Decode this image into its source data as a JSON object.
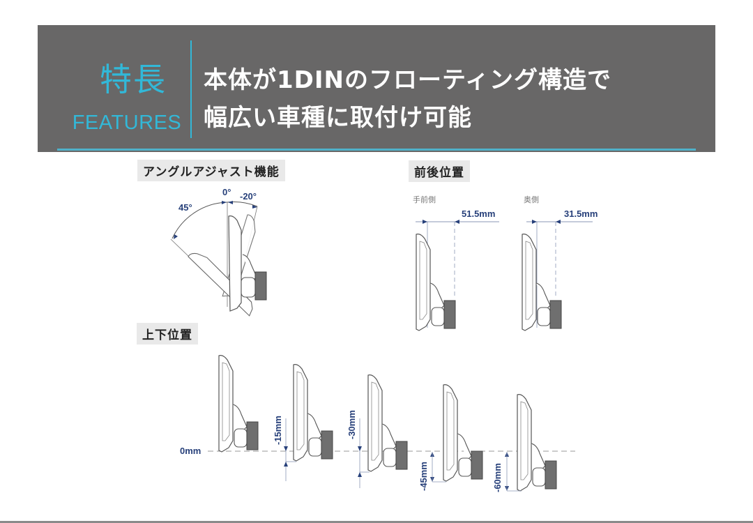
{
  "banner": {
    "title_jp": "特長",
    "title_en": "FEATURES",
    "headline_line1": "本体が1DINのフローティング構造で",
    "headline_line2": "幅広い車種に取付け可能",
    "accent_color": "#32b8d8",
    "background_color": "#686767"
  },
  "angle_adjust": {
    "label": "アングルアジャスト機能",
    "angle_zero": "0°",
    "angle_back": "-20°",
    "angle_forward": "45°"
  },
  "front_back": {
    "label": "前後位置",
    "front": {
      "label": "手前側",
      "distance": "51.5mm"
    },
    "back": {
      "label": "奥側",
      "distance": "31.5mm"
    }
  },
  "up_down": {
    "label": "上下位置",
    "positions": [
      {
        "value": "0mm"
      },
      {
        "value": "-15mm"
      },
      {
        "value": "-30mm"
      },
      {
        "value": "-45mm"
      },
      {
        "value": "-60mm"
      }
    ]
  },
  "colors": {
    "dimension": "#27407a",
    "outline": "#555555",
    "mount_block": "#6f6f6f"
  }
}
